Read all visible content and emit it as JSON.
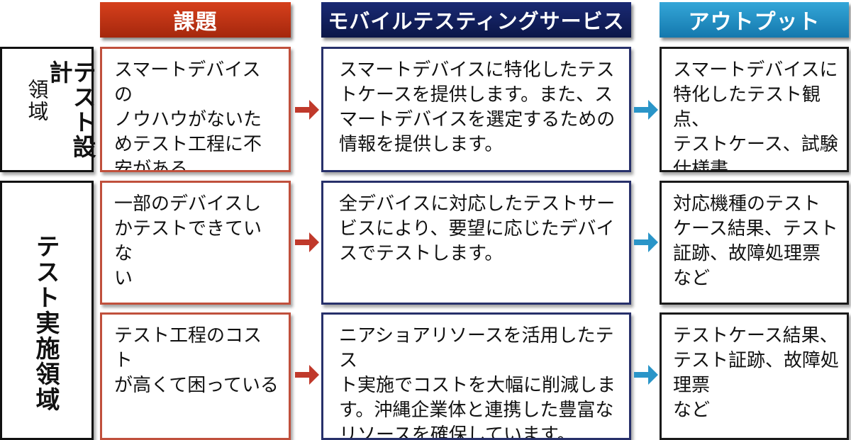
{
  "headers": {
    "issue": "課題",
    "service": "モバイルテスティングサービス",
    "output": "アウトプット"
  },
  "domains": [
    {
      "line1": "テスト設計",
      "line2": "領域"
    },
    {
      "line1": "テスト実施領域"
    }
  ],
  "rows": [
    {
      "issue": "スマートデバイスの\nノウハウがないた\nめテスト工程に不\n安がある",
      "service": "スマートデバイスに特化したテス\nトケースを提供します。また、ス\nマートデバイスを選定するための\n情報を提供します。",
      "output": "スマートデバイスに\n特化したテスト観点、\nテストケース、試験\n仕様書\nなど"
    },
    {
      "issue": "一部のデバイスし\nかテストできていな\nい",
      "service": "全デバイスに対応したテストサー\nビスにより、要望に応じたデバイ\nスでテストします。",
      "output": "対応機種のテスト\nケース結果、テスト\n証跡、故障処理票\nなど"
    },
    {
      "issue": "テスト工程のコスト\nが高くて困っている",
      "service": "ニアショアリソースを活用したテス\nト実施でコストを大幅に削減しま\nす。沖縄企業体と連携した豊富な\nリソースを確保しています。",
      "output": "テストケース結果、\nテスト証跡、故障処\n理票\nなど"
    }
  ],
  "colors": {
    "issue_accent": "#c0392b",
    "service_accent": "#0f1c5c",
    "output_accent": "#2a95c8"
  }
}
